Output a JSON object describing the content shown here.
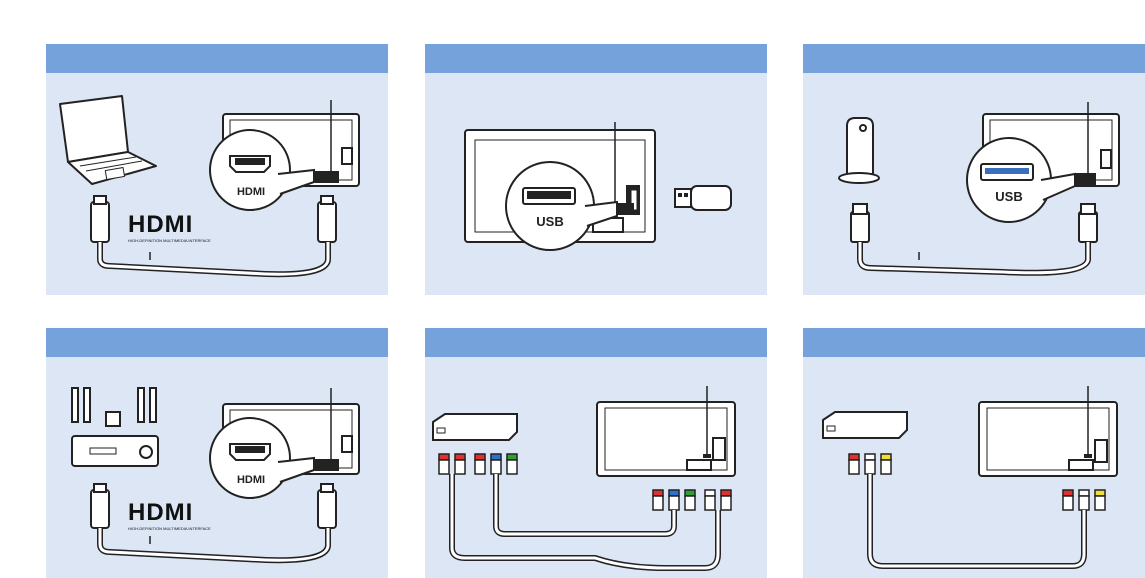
{
  "panels": [
    {
      "id": "hdmi-laptop",
      "device": "laptop-icon",
      "port_label": "HDMI",
      "logo_text": "HDMI",
      "logo_sub": "HIGH-DEFINITION MULTIMEDIA INTERFACE"
    },
    {
      "id": "usb-stick",
      "device": "usb-stick-icon",
      "port_label": "USB"
    },
    {
      "id": "usb-hdd",
      "device": "external-drive-icon",
      "port_label": "USB"
    },
    {
      "id": "hdmi-hometheater",
      "device": "home-theater-icon",
      "port_label": "HDMI",
      "logo_text": "HDMI",
      "logo_sub": "HIGH-DEFINITION MULTIMEDIA INTERFACE"
    },
    {
      "id": "component-video",
      "device": "set-top-box-icon",
      "connector_colors": [
        "#e03030",
        "#3070d0",
        "#30a030",
        "#ffffff",
        "#e03030"
      ]
    },
    {
      "id": "composite-video",
      "device": "set-top-box-icon",
      "connector_colors": [
        "#e03030",
        "#ffffff",
        "#f0e030"
      ]
    }
  ],
  "colors": {
    "panel_bg": "#dce6f4",
    "header_bg": "#76a2dc",
    "line": "#222222",
    "usb_blue": "#3a6fc0"
  }
}
